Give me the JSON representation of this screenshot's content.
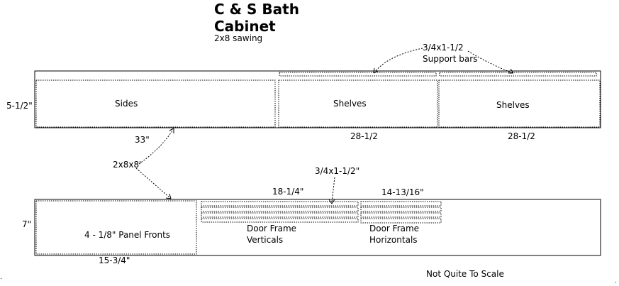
{
  "title_line1": "C & S Bath",
  "title_line2": "Cabinet",
  "subtitle": "2x8 sawing",
  "top_board": {
    "height_label": "5-1/2\"",
    "sides_label": "Sides",
    "shelves1_label": "Shelves",
    "shelves2_label": "Shelves",
    "sides_length": "33\"",
    "shelves1_length": "28-1/2",
    "shelves2_length": "28-1/2",
    "support_bars_line1": "3/4x1-1/2",
    "support_bars_line2": "Support bars"
  },
  "stock_label": "2x8x8'",
  "bottom_board": {
    "height_label": "7\"",
    "panel_label": "4 - 1/8\" Panel Fronts",
    "panel_length": "15-3/4\"",
    "strips_label": "3/4x1-1/2\"",
    "verticals_length": "18-1/4\"",
    "horizontals_length": "14-13/16\"",
    "verticals_line1": "Door Frame",
    "verticals_line2": "Verticals",
    "horizontals_line1": "Door Frame",
    "horizontals_line2": "Horizontals"
  },
  "scale_note": "Not Quite To Scale"
}
